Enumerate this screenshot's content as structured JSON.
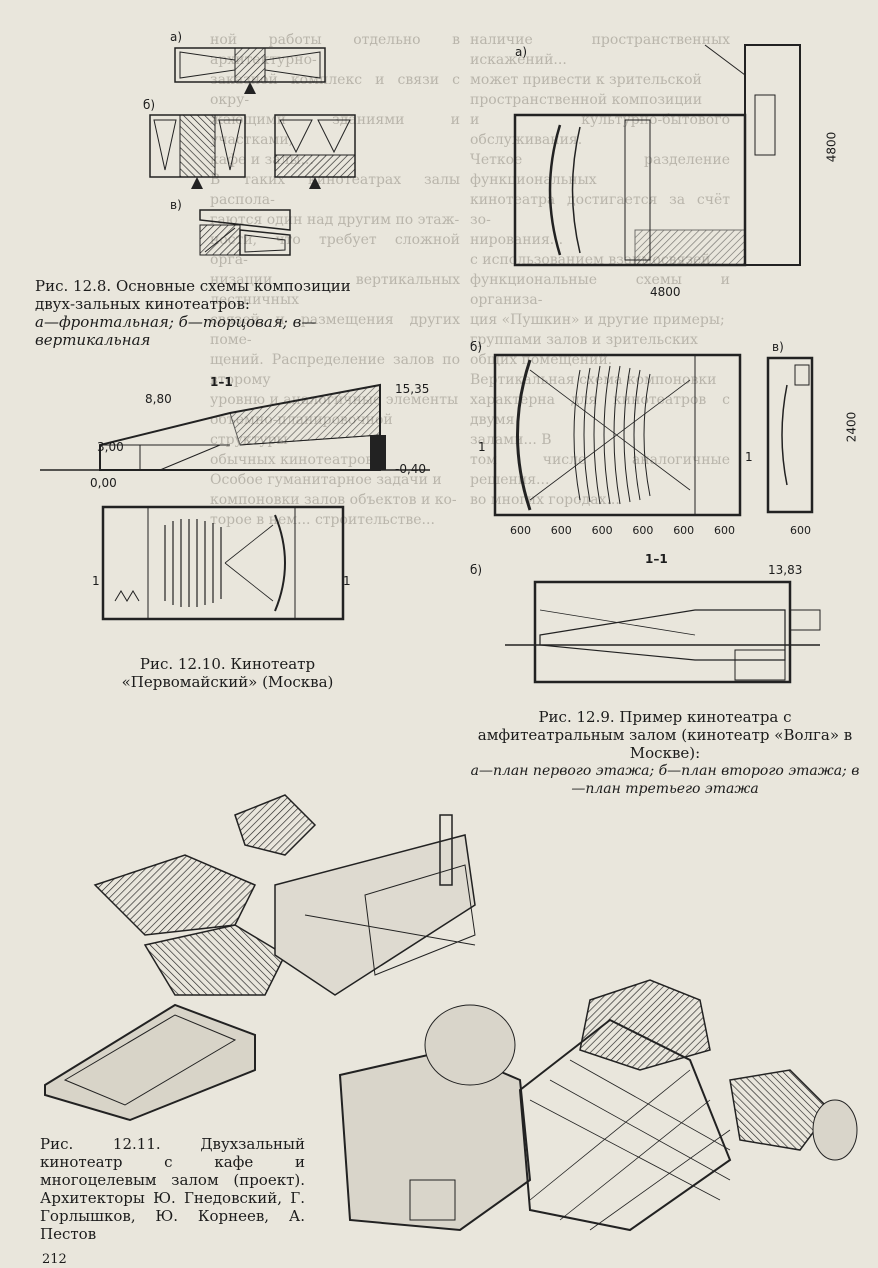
{
  "page": {
    "page_number": "212"
  },
  "bleed_text": {
    "left": [
      "ной работы отдельно в архитектурно-",
      "заказной комплекс и связи с окру-",
      "жающими зданиями и участками,",
      "кафе и залы...",
      "В таких кинотеатрах залы распола-",
      "гаются один над другим по этаж-",
      "ности, что требует сложной орга-",
      "низации вертикальных лестничных",
      "связей и размещения других поме-",
      "щений. Распределение залов по второму",
      "уровню и аналогичные элементы",
      "объемно-планировочной структуры",
      "обычных кинотеатров.",
      "Особое гуманитарное задачи и",
      "компоновки залов объектов и ко-",
      "торое в нем... строительстве..."
    ],
    "right": [
      "наличие пространственных искажений...",
      "может привести к зрительской",
      "пространственной композиции",
      "и культурно-бытового обслуживания.",
      "Четкое разделение функциональных",
      "кинотеатра достигается за счёт зо-",
      "нирования...",
      "с использованием взаимосвязей,",
      "функциональные схемы и организа-",
      "ция «Пушкин» и другие примеры;",
      "группами залов и зрительских",
      "общих помещений.",
      "Вертикальная схема компоновки",
      "характерна для кинотеатров с двумя",
      "залами... В",
      "том числе аналогичные решения...",
      "во многих городах..."
    ]
  },
  "fig_12_8": {
    "sub_a": "а)",
    "sub_b": "б)",
    "sub_v": "в)",
    "caption_title": "Рис. 12.8. Основные схемы композиции двух-зальных кинотеатров:",
    "caption_items": "а—фронтальная; б—торцовая; в—вертикальная"
  },
  "fig_12_10": {
    "section_label": "1–1",
    "levels": [
      "15,35",
      "8,80",
      "3,00",
      "0,00",
      "-0,40"
    ],
    "cut_mark": "1",
    "caption": "Рис. 12.10. Кинотеатр «Первомайский» (Москва)"
  },
  "fig_12_9": {
    "sub_a": "а)",
    "sub_b": "б)",
    "sub_v": "в)",
    "sub_g": "б)",
    "dims": {
      "plan_a_height": "4800",
      "plan_a_width": "4800",
      "plan_b_height": "2400",
      "grid": [
        "600",
        "600",
        "600",
        "600",
        "600",
        "600"
      ],
      "plan_v_width": "600"
    },
    "section_label": "1–1",
    "level": "13,83",
    "cut_mark": "1",
    "caption_title": "Рис. 12.9. Пример кинотеатра с амфитеатральным залом (кинотеатр «Волга» в Москве):",
    "caption_items": "а—план первого этажа; б—план второго этажа; в—план третьего этажа"
  },
  "fig_12_11": {
    "caption": "Рис. 12.11. Двухзальный кинотеатр с кафе и многоцелевым залом (проект). Архитекторы Ю. Гнедовский, Г. Горлышков, Ю. Корнеев, А. Пестов"
  }
}
